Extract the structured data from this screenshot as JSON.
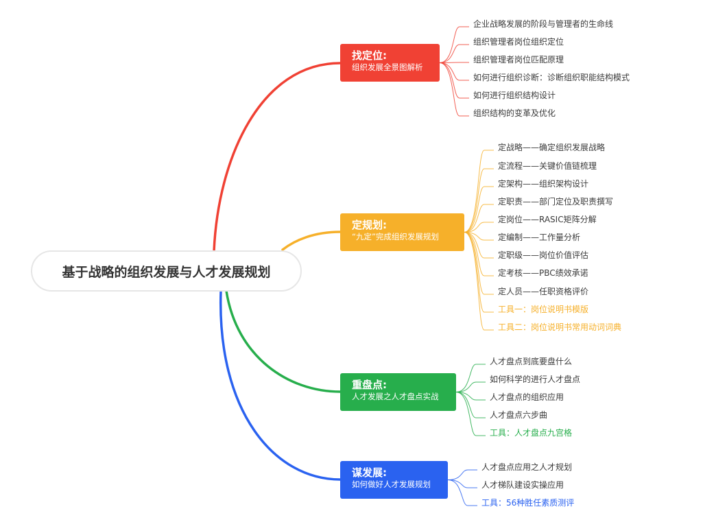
{
  "center": {
    "title": "基于战略的组织发展与人才发展规划"
  },
  "branches": [
    {
      "title": "找定位:",
      "subtitle": "组织发展全景图解析",
      "color": "#f04134",
      "items": [
        {
          "text": "企业战略发展的阶段与管理者的生命线"
        },
        {
          "text": "组织管理者岗位组织定位"
        },
        {
          "text": "组织管理者岗位匹配原理"
        },
        {
          "text": "如何进行组织诊断：诊断组织职能结构模式"
        },
        {
          "text": "如何进行组织结构设计"
        },
        {
          "text": "组织结构的变革及优化"
        }
      ]
    },
    {
      "title": "定规划:",
      "subtitle": "“九定”完成组织发展规划",
      "color": "#f6b02a",
      "items": [
        {
          "text": "定战略——确定组织发展战略"
        },
        {
          "text": "定流程——关键价值链梳理"
        },
        {
          "text": "定架构——组织架构设计"
        },
        {
          "text": "定职责——部门定位及职责撰写"
        },
        {
          "text": "定岗位——RASIC矩阵分解"
        },
        {
          "text": "定编制——工作量分析"
        },
        {
          "text": "定职级——岗位价值评估"
        },
        {
          "text": "定考核——PBC绩效承诺"
        },
        {
          "text": "定人员——任职资格评价"
        },
        {
          "text": "工具一：岗位说明书模版",
          "tool": true
        },
        {
          "text": "工具二：岗位说明书常用动词词典",
          "tool": true
        }
      ]
    },
    {
      "title": "重盘点:",
      "subtitle": "人才发展之人才盘点实战",
      "color": "#27ae4c",
      "items": [
        {
          "text": "人才盘点到底要盘什么"
        },
        {
          "text": "如何科学的进行人才盘点"
        },
        {
          "text": "人才盘点的组织应用"
        },
        {
          "text": "人才盘点六步曲"
        },
        {
          "text": "工具：人才盘点九宫格",
          "tool": true
        }
      ]
    },
    {
      "title": "谋发展:",
      "subtitle": "如何做好人才发展规划",
      "color": "#2a62f0",
      "items": [
        {
          "text": "人才盘点应用之人才规划"
        },
        {
          "text": "人才梯队建设实操应用"
        },
        {
          "text": "工具：56种胜任素质测评",
          "tool": true
        }
      ]
    }
  ]
}
